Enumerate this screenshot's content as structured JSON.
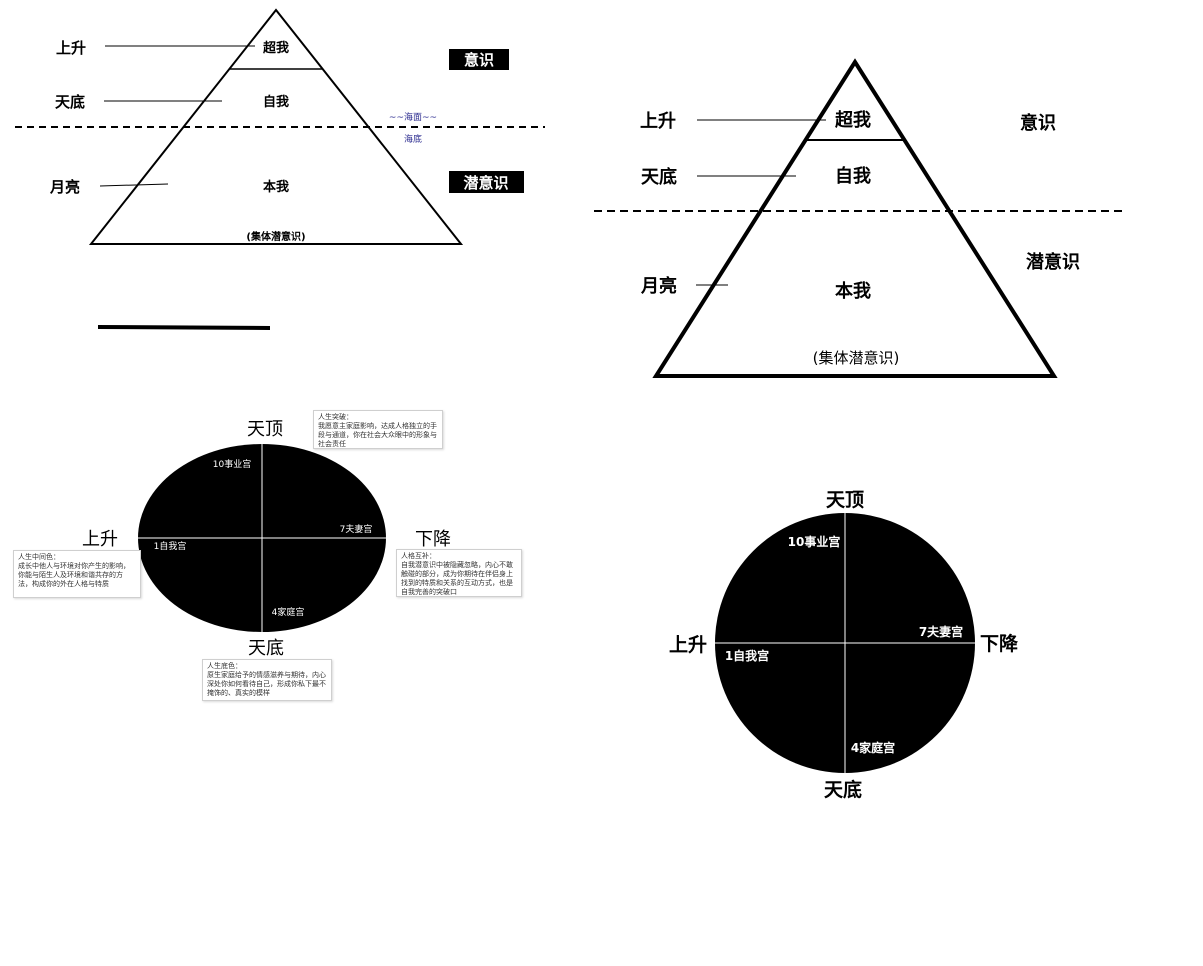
{
  "pyramid_left": {
    "labels": {
      "ascendant": "上升",
      "ic": "天底",
      "moon": "月亮"
    },
    "layers": {
      "superego": "超我",
      "ego": "自我",
      "id": "本我",
      "collective": "(集体潜意识)"
    },
    "sea": {
      "surface": "~~海面~~",
      "bottom": "海底",
      "color": "#2b2b8f"
    },
    "badges": {
      "conscious": "意识",
      "subconscious": "潜意识"
    }
  },
  "pyramid_right": {
    "labels": {
      "ascendant": "上升",
      "ic": "天底",
      "moon": "月亮"
    },
    "layers": {
      "superego": "超我",
      "ego": "自我",
      "id": "本我",
      "collective": "(集体潜意识)"
    },
    "side": {
      "conscious": "意识",
      "subconscious": "潜意识"
    }
  },
  "chart_left": {
    "axes": {
      "mc": "天顶",
      "asc": "上升",
      "dsc": "下降",
      "ic": "天底"
    },
    "houses": {
      "h10": "10事业宫",
      "h7": "7夫妻宫",
      "h1": "1自我宫",
      "h4": "4家庭宫"
    },
    "notes": {
      "top": {
        "title": "人生突破：",
        "body": "我愿意主家庭影响，达成人格独立的手段与通道，你在社会大众眼中的形象与社会责任"
      },
      "left": {
        "title": "人生中间色：",
        "body": "成长中他人与环境对你产生的影响，你能与陌生人及环境和谐共存的方法，构成你的外在人格与特质"
      },
      "right": {
        "title": "人格互补：",
        "body": "自我潜意识中被隐藏忽略，内心不敢触碰的部分，成为你期待在伴侣身上找到的特质和关系的互动方式，也是自我完善的突破口"
      },
      "bottom": {
        "title": "人生底色：",
        "body": "原生家庭给予的情感滋养与期待，内心深处你如何看待自己，形成你私下最不掩饰的、真实的模样"
      }
    }
  },
  "chart_right": {
    "axes": {
      "mc": "天顶",
      "asc": "上升",
      "dsc": "下降",
      "ic": "天底"
    },
    "houses": {
      "h10": "10事业宫",
      "h7": "7夫妻宫",
      "h1": "1自我宫",
      "h4": "4家庭宫"
    }
  }
}
